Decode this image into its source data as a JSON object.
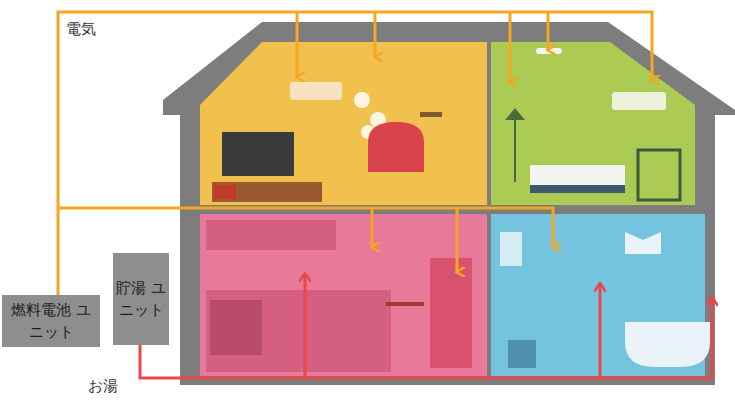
{
  "diagram": {
    "nodes": [
      {
        "text": [
          "燃料電池 ユニット"
        ]
      },
      {
        "text": [
          "貯湯 ユニット"
        ]
      }
    ],
    "labels": [
      "電気",
      "お湯"
    ]
  }
}
